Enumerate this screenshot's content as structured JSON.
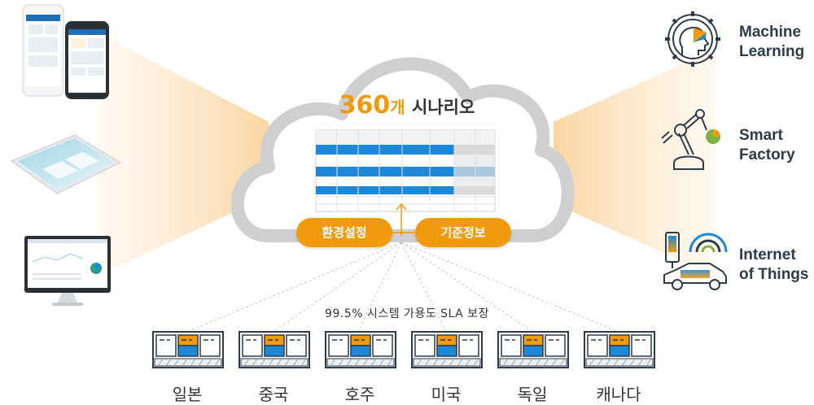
{
  "cloud": {
    "scenario_number": "360",
    "scenario_unit": "개",
    "scenario_text": "시나리오"
  },
  "buttons": {
    "environment_settings": "환경설정",
    "base_info": "기준정보"
  },
  "sla_text": "99.5% 시스템 가용도 SLA 보장",
  "countries": [
    "일본",
    "중국",
    "호주",
    "미국",
    "독일",
    "캐나다"
  ],
  "right_features": [
    {
      "line1": "Machine",
      "line2": "Learning",
      "icon": "brain-gear-icon"
    },
    {
      "line1": "Smart",
      "line2": "Factory",
      "icon": "robot-arm-icon"
    },
    {
      "line1": "Internet",
      "line2": "of Things",
      "icon": "connected-car-icon"
    }
  ],
  "left_devices": [
    "smartphones-icon",
    "tablet-icon",
    "desktop-monitor-icon"
  ],
  "colors": {
    "accent_orange": "#f29a0e",
    "cloud_gray": "#cfcfcf",
    "table_blue": "#1e88d8",
    "beam": "#fbd8a8",
    "text": "#333333"
  }
}
